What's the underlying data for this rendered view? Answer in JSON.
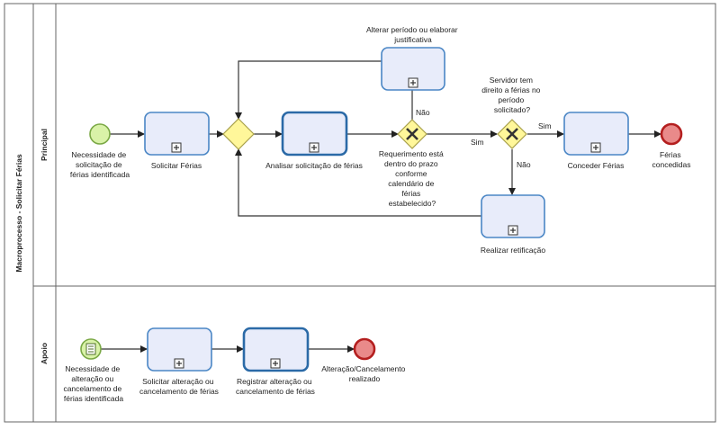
{
  "pool": {
    "title": "Macroprocesso - Solicitar Férias"
  },
  "lanes": {
    "principal": "Principal",
    "apoio": "Apoio"
  },
  "principal": {
    "start_event": [
      "Necessidade de",
      "solicitação de",
      "férias identificada"
    ],
    "task_solicitar": "Solicitar Férias",
    "task_analisar": "Analisar solicitação de férias",
    "task_alterar": [
      "Alterar período ou elaborar",
      "justificativa"
    ],
    "gateway_prazo_no": "Não",
    "gateway_prazo_yes": "Sim",
    "gateway_prazo_question": [
      "Requerimento está",
      "dentro do prazo",
      "conforme",
      "calendário de",
      "férias",
      "estabelecido?"
    ],
    "gateway_direito_question": [
      "Servidor tem",
      "direito a férias no",
      "período",
      "solicitado?"
    ],
    "gateway_direito_yes": "Sim",
    "gateway_direito_no": "Não",
    "task_conceder": "Conceder Férias",
    "task_retificacao": "Realizar retificação",
    "end_event": [
      "Férias",
      "concedidas"
    ]
  },
  "apoio": {
    "start_event": [
      "Necessidade de",
      "alteração ou",
      "cancelamento de",
      "férias identificada"
    ],
    "task_solicitar_alteracao": [
      "Solicitar alteração ou",
      "cancelamento de férias"
    ],
    "task_registrar_alteracao": [
      "Registrar alteração ou",
      "cancelamento de férias"
    ],
    "end_event": [
      "Alteração/Cancelamento",
      "realizado"
    ]
  },
  "icons": {
    "subprocess": "plus-square-icon",
    "exclusive_gateway": "x-diamond-icon",
    "parallel_gateway": "diamond-icon",
    "message_start": "message-list-icon"
  }
}
